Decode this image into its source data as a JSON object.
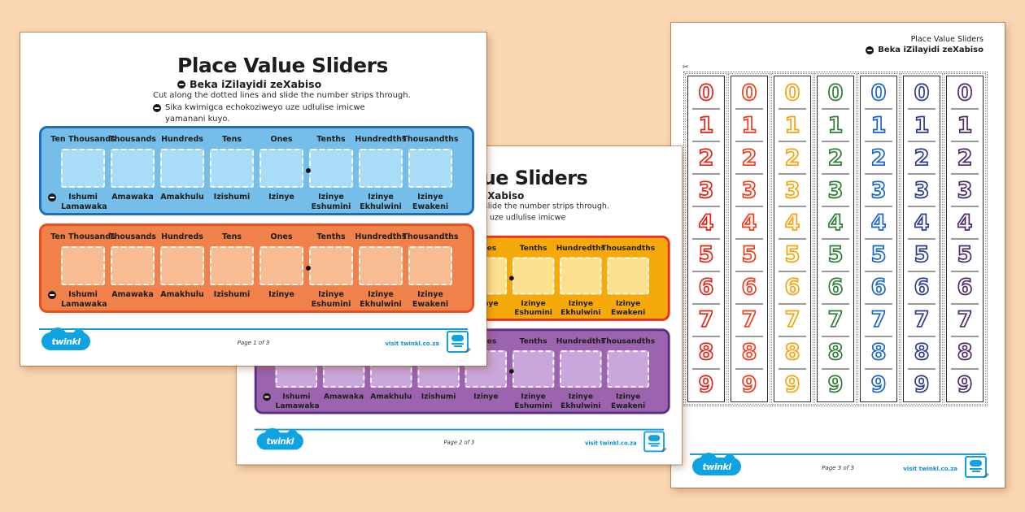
{
  "canvas": {
    "background_color": "#FAD6B3"
  },
  "brand": {
    "logo_text": "twinkl",
    "visit_text": "visit twinkl.co.za",
    "blue": "#0FA3E3"
  },
  "icons": {
    "scissors": "✂",
    "translation": "dark-circle-with-dash",
    "pencil": "✎"
  },
  "worksheet": {
    "title": "Place Value Sliders",
    "subtitle": "Beka iZilayidi zeXabiso",
    "instruction_en": "Cut along the dotted lines and slide the number strips through.",
    "instruction_xh": "Sika kwimigca echokoziweyo uze udlulise imicwe",
    "instruction_xh2": "yamanani kuyo.",
    "columns": [
      {
        "en": "Ten Thousands",
        "xh": "Ishumi Lamawaka"
      },
      {
        "en": "Thousands",
        "xh": "Amawaka"
      },
      {
        "en": "Hundreds",
        "xh": "Amakhulu"
      },
      {
        "en": "Tens",
        "xh": "Izishumi"
      },
      {
        "en": "Ones",
        "xh": "Izinye"
      },
      {
        "en": "Tenths",
        "xh": "Izinye Eshumini"
      },
      {
        "en": "Hundredths",
        "xh": "Izinye Ekhulwini"
      },
      {
        "en": "Thousandths",
        "xh": "Izinye Ewakeni"
      }
    ]
  },
  "pages": [
    {
      "label": "Page 1 of 3"
    },
    {
      "label": "Page 2 of 3"
    },
    {
      "label": "Page 3 of 3"
    }
  ],
  "strip_colors": {
    "blue": {
      "border": "#1E6FB8",
      "fill": "#74BEE9",
      "window": "#A9DCF7"
    },
    "orange": {
      "border": "#E94F1C",
      "fill": "#F0814A",
      "window": "#F8BC92"
    },
    "yellow": {
      "border": "#E8321E",
      "fill": "#F6A90B",
      "window": "#FBE18E"
    },
    "purple": {
      "border": "#5C2D82",
      "fill": "#9C63AE",
      "window": "#C9A6DB"
    }
  },
  "digit_strips": {
    "digits": [
      "0",
      "1",
      "2",
      "3",
      "4",
      "5",
      "6",
      "7",
      "8",
      "9"
    ],
    "strip_colors": [
      "#E02318",
      "#F03C19",
      "#F6A40E",
      "#2E7D32",
      "#1A66C9",
      "#2B3A8F",
      "#4E2A69"
    ]
  }
}
